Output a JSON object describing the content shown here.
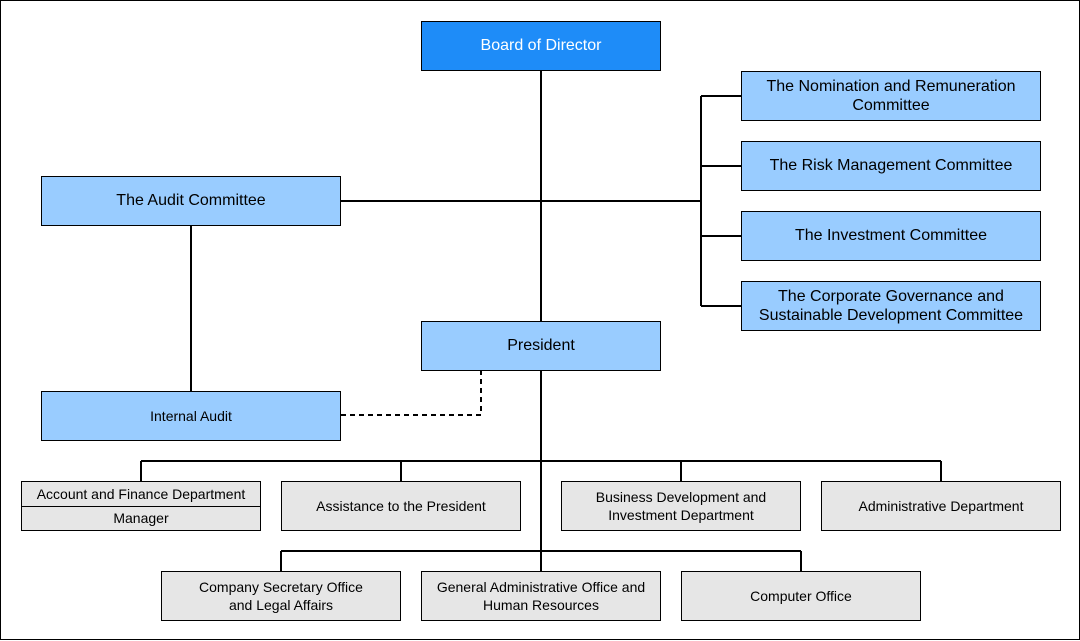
{
  "board": "Board of Director",
  "committees": {
    "audit": "The Audit Committee",
    "nomination": "The Nomination and Remuneration Committee",
    "risk": "The Risk Management Committee",
    "investment": "The Investment Committee",
    "governance": "The Corporate Governance and Sustainable Development Committee"
  },
  "president": "President",
  "internal_audit": "Internal Audit",
  "departments_row1": {
    "account": "Account and Finance Department",
    "account_manager": "Manager",
    "assistance": "Assistance to the President",
    "business": "Business Development and Investment Department",
    "administrative": "Administrative Department"
  },
  "departments_row2": {
    "secretary": "Company Secretary Office and Legal Affairs",
    "general_admin": "General Administrative Office and Human Resources",
    "computer": "Computer Office"
  },
  "colors": {
    "board_fill": "#1e8cf8",
    "committee_fill": "#99ccff",
    "department_fill": "#e6e6e6"
  }
}
